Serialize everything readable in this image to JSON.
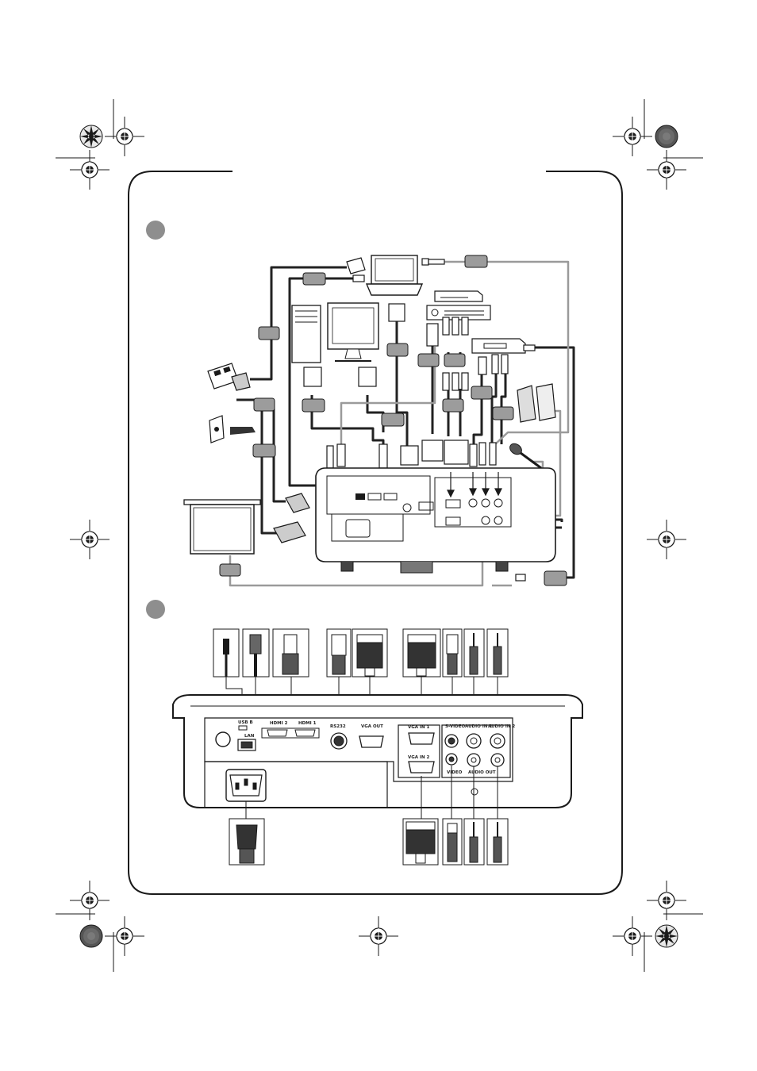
{
  "colors": {
    "ink": "#1a1a1a",
    "cable_dark": "#222222",
    "cable_gray": "#9a9a9a",
    "callout_fill": "#9c9c9c",
    "step_badge": "#8e8e8e",
    "page_bg": "#ffffff"
  },
  "icons": [
    "registration-mark-icon",
    "color-target-icon",
    "laptop-icon",
    "dvd-player-icon",
    "av-receiver-icon",
    "computer-tower-icon",
    "monitor-icon",
    "vcr-icon",
    "speakers-icon",
    "microphone-icon",
    "wall-lan-socket-icon",
    "power-outlet-icon",
    "projection-screen-icon",
    "projector-icon"
  ],
  "panel": {
    "port_labels": {
      "usb": "USB B",
      "lan": "LAN",
      "hdmi2": "HDMI 2",
      "hdmi1": "HDMI 1",
      "rs232": "RS232",
      "vga_out": "VGA OUT",
      "vga_in1": "VGA IN 1",
      "vga_in2": "VGA IN 2",
      "svideo": "S-VIDEO",
      "video": "VIDEO",
      "audio_in1": "AUDIO IN 1",
      "audio_in2": "AUDIO IN 2",
      "audio_out": "AUDIO OUT"
    }
  }
}
